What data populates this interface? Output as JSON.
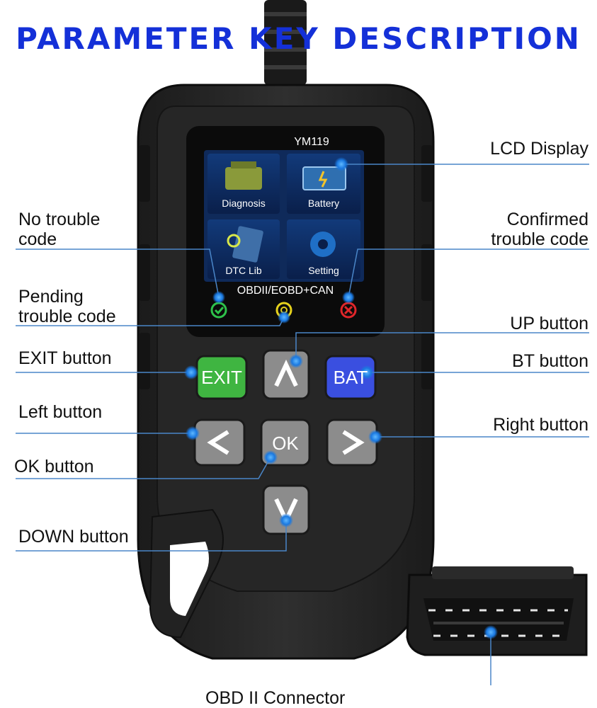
{
  "title": "PARAMETER KEY DESCRIPTION",
  "device": {
    "model": "YM119",
    "protocol": "OBDII/EOBD+CAN",
    "menu": [
      "Diagnosis",
      "Battery",
      "DTC Lib",
      "Setting"
    ],
    "buttons": {
      "exit": "EXIT",
      "bat": "BAT",
      "ok": "OK"
    }
  },
  "labels": {
    "lcd": "LCD Display",
    "no_trouble_1": "No trouble",
    "no_trouble_2": "code",
    "confirmed_1": "Confirmed",
    "confirmed_2": "trouble code",
    "pending_1": "Pending",
    "pending_2": "trouble code",
    "up": "UP button",
    "exit": "EXIT button",
    "bt": "BT button",
    "left": "Left button",
    "right": "Right button",
    "ok": "OK button",
    "down": "DOWN button",
    "connector": "OBD II Connector"
  },
  "colors": {
    "title": "#1430d8",
    "leader": "#4a86c8",
    "exit": "#3fb541",
    "bat": "#3a4fe0",
    "nav_button": "#8c8c8c",
    "body": "#2a2a2a",
    "led_green": "#2ec24a",
    "led_yellow": "#e6d21c",
    "led_red": "#e0262a"
  }
}
